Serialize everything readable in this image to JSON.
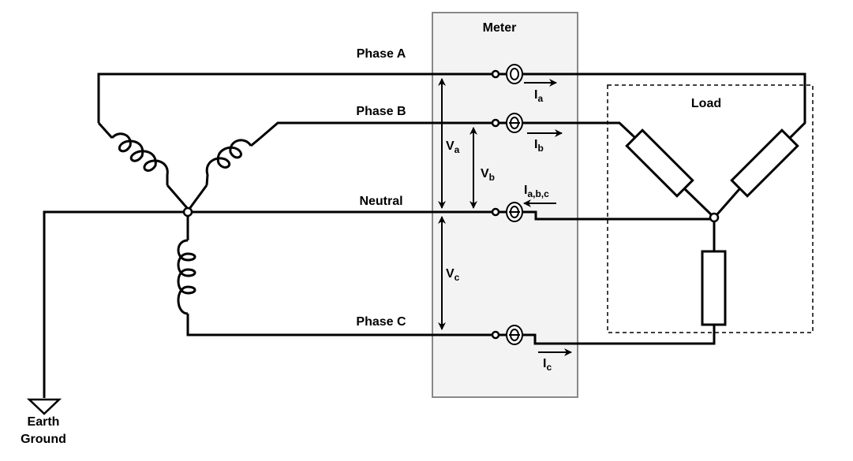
{
  "diagram": {
    "title": "Three-phase wye meter connection",
    "meter": {
      "label": "Meter",
      "fill": "#f3f3f3",
      "border": "#888888"
    },
    "load": {
      "label": "Load"
    },
    "lines": {
      "phase_a": "Phase A",
      "phase_b": "Phase B",
      "neutral": "Neutral",
      "phase_c": "Phase C"
    },
    "voltages": {
      "va": {
        "main": "V",
        "sub": "a"
      },
      "vb": {
        "main": "V",
        "sub": "b"
      },
      "vc": {
        "main": "V",
        "sub": "c"
      }
    },
    "currents": {
      "ia": {
        "main": "I",
        "sub": "a"
      },
      "ib": {
        "main": "I",
        "sub": "b"
      },
      "ic": {
        "main": "I",
        "sub": "c"
      },
      "iabc": {
        "main": "I",
        "sub": "a,b,c"
      }
    },
    "ground": {
      "line1": "Earth",
      "line2": "Ground"
    },
    "icons": {
      "source": "wye-transformer-coils",
      "ct": "current-transformer",
      "load": "resistor",
      "ground": "ground-triangle"
    }
  }
}
